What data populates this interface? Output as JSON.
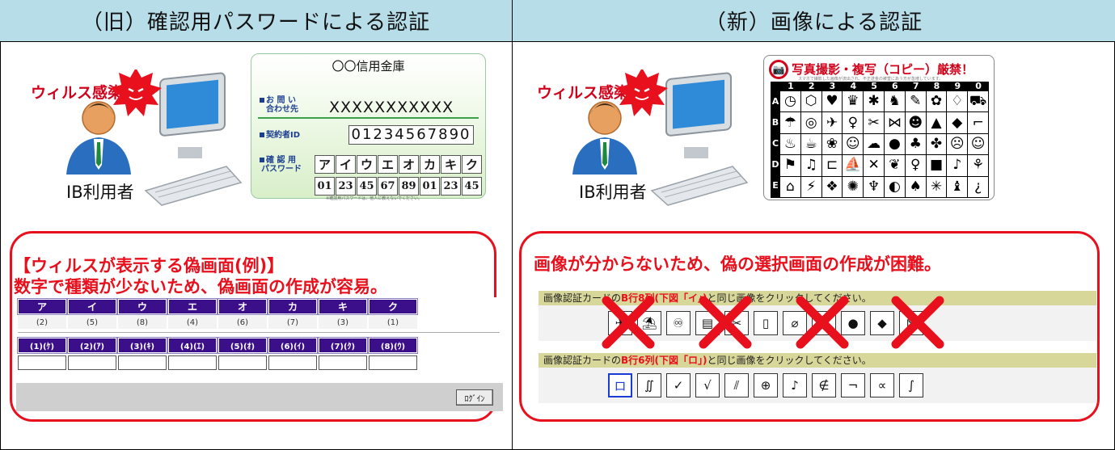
{
  "left": {
    "header": "（旧）確認用パスワードによる認証",
    "virus_label": "ウィルス感染",
    "user_label": "IB利用者",
    "card": {
      "bank": "〇〇信用金庫",
      "contact_label_1": "お 問 い",
      "contact_label_2": "合わせ先",
      "contact_value": "XXXXXXXXXXX",
      "id_label": "契約者ID",
      "id_value": "01234567890",
      "pw_label_1": "確 認 用",
      "pw_label_2": "パスワード",
      "kana": [
        "ア",
        "イ",
        "ウ",
        "エ",
        "オ",
        "カ",
        "キ",
        "ク"
      ],
      "numbers": [
        "01",
        "23",
        "45",
        "67",
        "89",
        "01",
        "23",
        "45"
      ],
      "fine_print": "※確認用パスワードは、他人に教えないでください。"
    },
    "box_title_1": "【ウィルスが表示する偽画面(例)】",
    "box_title_2": "数字で種類が少ないため、偽画面の作成が容易。",
    "fake": {
      "headers": [
        "ア",
        "イ",
        "ウ",
        "エ",
        "オ",
        "カ",
        "キ",
        "ク"
      ],
      "values": [
        "(2)",
        "(5)",
        "(8)",
        "(4)",
        "(6)",
        "(7)",
        "(3)",
        "(1)"
      ],
      "headers2": [
        "(1)(ｹ)",
        "(2)(ｱ)",
        "(3)(ｷ)",
        "(4)(ｴ)",
        "(5)(ｵ)",
        "(6)(ｲ)",
        "(7)(ｸ)",
        "(8)(ｳ)"
      ],
      "login": "ﾛｸﾞｲﾝ"
    }
  },
  "right": {
    "header": "（新）画像による認証",
    "virus_label": "ウィルス感染",
    "user_label": "IB利用者",
    "card": {
      "warning": "写真撮影・複写（コピー）厳禁！",
      "fine_print": "スマホで撮影した画像が流出され、不正送金の被害にあう方が急増しています。",
      "col_numbers": [
        "1",
        "2",
        "3",
        "4",
        "5",
        "6",
        "7",
        "8",
        "9",
        "0"
      ],
      "row_letters": [
        "A",
        "B",
        "C",
        "D",
        "E"
      ],
      "icons": [
        "◷",
        "⬡",
        "♥",
        "♛",
        "✱",
        "♞",
        "✎",
        "✿",
        "♢",
        "⛟",
        "☂",
        "◎",
        "✈",
        "♀",
        "✂",
        "⋈",
        "☻",
        "▲",
        "◆",
        "⌐",
        "♨",
        "☕",
        "❀",
        "☺",
        "☁",
        "●",
        "♣",
        "✤",
        "☹",
        "☺",
        "⚑",
        "♫",
        "⊏",
        "⛵",
        "✕",
        "❦",
        "♀",
        "■",
        "♪",
        "⚘",
        "⌂",
        "⚡",
        "❖",
        "✺",
        "♆",
        "◐",
        "♠",
        "✳",
        "♝",
        "¿"
      ]
    },
    "box_title": "画像が分からないため、偽の選択画面の作成が困難。",
    "row1": {
      "prefix": "画像認証カードの",
      "highlight": "B行8列(下図「イ」)",
      "suffix": "と同じ画像をクリックしてください。",
      "icons": [
        "✈",
        "⛱",
        "♾",
        "▤",
        "✂",
        "▯",
        "⌀",
        "▥",
        "●",
        "◆",
        "⊠"
      ]
    },
    "row2": {
      "prefix": "画像認証カードの",
      "highlight": "B行6列(下図「ロ」)",
      "suffix": "と同じ画像をクリックしてください。",
      "icons": [
        "ロ",
        "∬",
        "✓",
        "√",
        "⫽",
        "⊕",
        "♪",
        "∉",
        "¬",
        "∝",
        "∫"
      ]
    }
  }
}
